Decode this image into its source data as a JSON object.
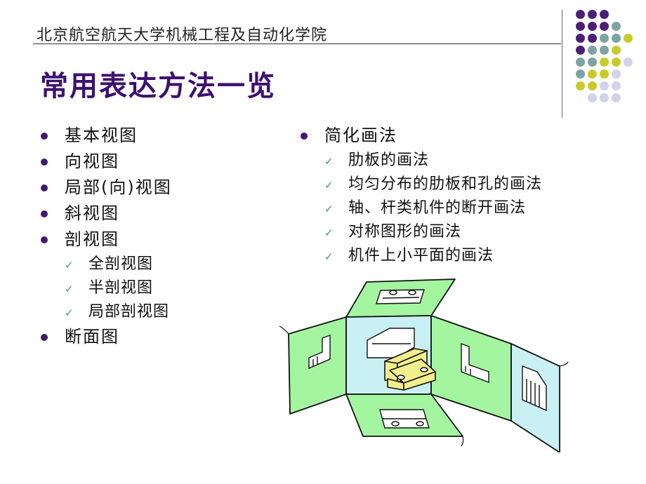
{
  "header": {
    "subtitle": "北京航空航天大学机械工程及自动化学院",
    "title": "常用表达方法一览"
  },
  "left_list": {
    "items": [
      {
        "label": "基本视图"
      },
      {
        "label": "向视图"
      },
      {
        "label": "局部(向)视图"
      },
      {
        "label": "斜视图"
      },
      {
        "label": "剖视图"
      }
    ],
    "sub_items": [
      {
        "label": "全剖视图"
      },
      {
        "label": "半剖视图"
      },
      {
        "label": "局部剖视图"
      }
    ],
    "last_item": {
      "label": "断面图"
    }
  },
  "right_list": {
    "item": {
      "label": "简化画法"
    },
    "sub_items": [
      {
        "label": "肋板的画法"
      },
      {
        "label": "均匀分布的肋板和孔的画法"
      },
      {
        "label": "轴、杆类机件的断开画法"
      },
      {
        "label": "对称图形的画法"
      },
      {
        "label": "机件上小平面的画法"
      }
    ]
  },
  "icons": {
    "bullet": "purple-dot-bullet",
    "check": "✓"
  },
  "colors": {
    "title": "#3d1070",
    "bullet": "#3d1a6e",
    "dot_purple": "#4b1f78",
    "dot_teal": "#7fa3a3",
    "dot_yellow": "#c7cc2a",
    "dot_lavender": "#d2d2ea",
    "panel_green": "#a4f5a0",
    "panel_blue": "#c9f0f5",
    "part_yellow": "#f2f08c"
  }
}
